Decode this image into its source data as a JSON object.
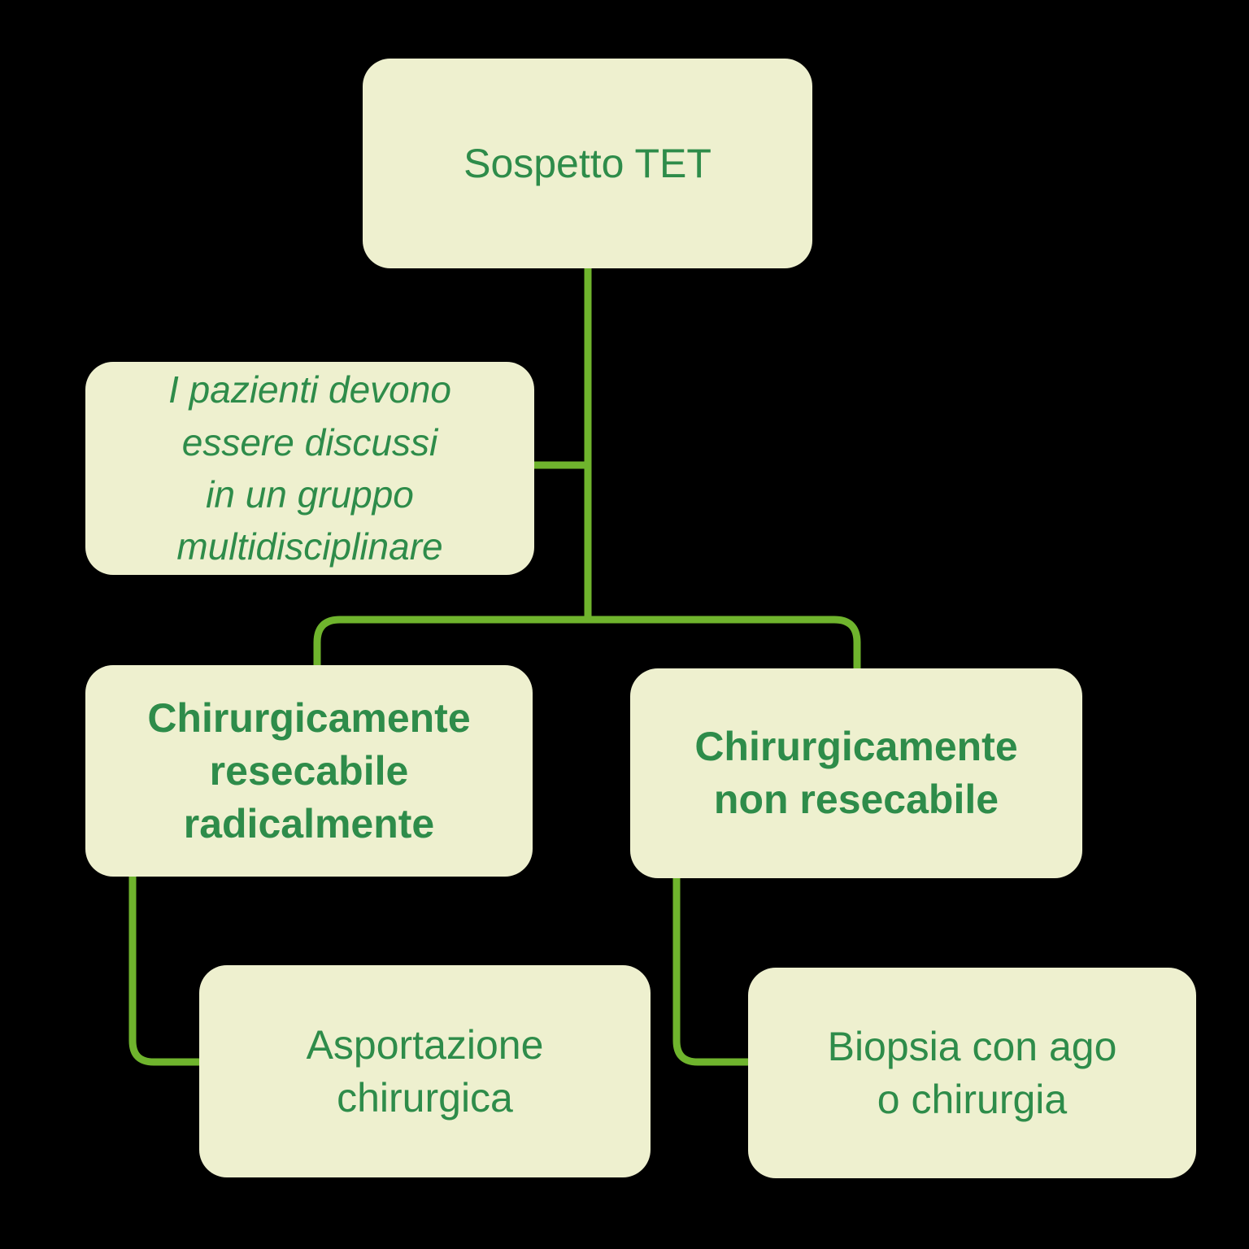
{
  "theme": {
    "background": "#000000",
    "box_fill": "#eef0cf",
    "text_green": "#2e8c4a",
    "connector_green": "#6fb42d"
  },
  "flowchart": {
    "root": {
      "label": "Sospetto TET"
    },
    "note": {
      "label": "I pazienti devono\nessere discussi\nin un gruppo\nmultidisciplinare"
    },
    "branch_resectable": {
      "label": "Chirurgicamente\nresecabile\nradicalmente"
    },
    "branch_unresectable": {
      "label": "Chirurgicamente\nnon resecabile"
    },
    "outcome_resection": {
      "label": "Asportazione\nchirurgica"
    },
    "outcome_biopsy": {
      "label": "Biopsia con ago\no chirurgia"
    }
  }
}
